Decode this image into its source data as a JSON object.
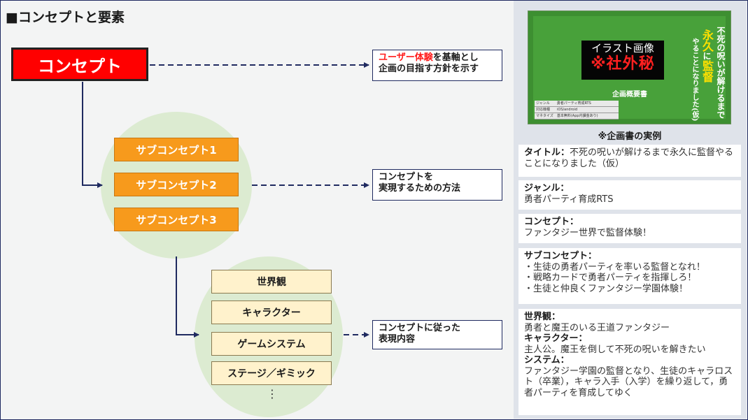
{
  "title": "■コンセプトと要素",
  "concept_label": "コンセプト",
  "note1": {
    "red": "ユーザー体験",
    "rest1": "を基軸とし",
    "line2": "企画の目指す方針を示す"
  },
  "sub_concepts": [
    "サブコンセプト1",
    "サブコンセプト2",
    "サブコンセプト3"
  ],
  "note2": {
    "line1": "コンセプトを",
    "line2": "実現するための方法"
  },
  "elements": [
    "世界観",
    "キャラクター",
    "ゲームシステム",
    "ステージ／ギミック"
  ],
  "ellipsis": "⋮",
  "note3": {
    "line1": "コンセプトに従った",
    "line2": "表現内容"
  },
  "thumbnail": {
    "illust": "イラスト画像",
    "secret": "※社外秘",
    "gaiyou": "企画概要書",
    "vert_col1": "不死の呪いが解けるまで",
    "vert_big1": "永久",
    "vert_small": "に",
    "vert_big2": "監督",
    "vert_col3": "やることになりました(仮)",
    "table": [
      "ジャンル　　勇者パーティ育成RTS",
      "対応機種　　iOS/android",
      "マネタイズ　基本無料(App内課金あり)"
    ]
  },
  "caption": "※企画書の実例",
  "info": {
    "title_label": "タイトル：",
    "title_value": "不死の呪いが解けるまで永久に監督やることになりました（仮）",
    "genre_label": "ジャンル：",
    "genre_value": "勇者パーティ育成RTS",
    "concept_label": "コンセプト：",
    "concept_value": "ファンタジー世界で監督体験！",
    "sub_label": "サブコンセプト：",
    "sub_items": [
      "・生徒の勇者パーティを率いる監督となれ！",
      "・戦略カードで勇者パーティを指揮しろ！",
      "・生徒と仲良くファンタジー学園体験！"
    ],
    "world_label": "世界観：",
    "world_value": "勇者と魔王のいる王道ファンタジー",
    "char_label": "キャラクター：",
    "char_value": "主人公。魔王を倒して不死の呪いを解きたい",
    "system_label": "システム：",
    "system_value": "ファンタジー学園の監督となり、生徒のキャラロスト（卒業），キャラ入手（入学）を繰り返して，勇者パーティを育成してゆく"
  },
  "colors": {
    "concept": "#ff0000",
    "sub": "#f79a1c",
    "element": "#fff2cc",
    "circle": "#dcebd1",
    "line": "#1f2a60"
  }
}
